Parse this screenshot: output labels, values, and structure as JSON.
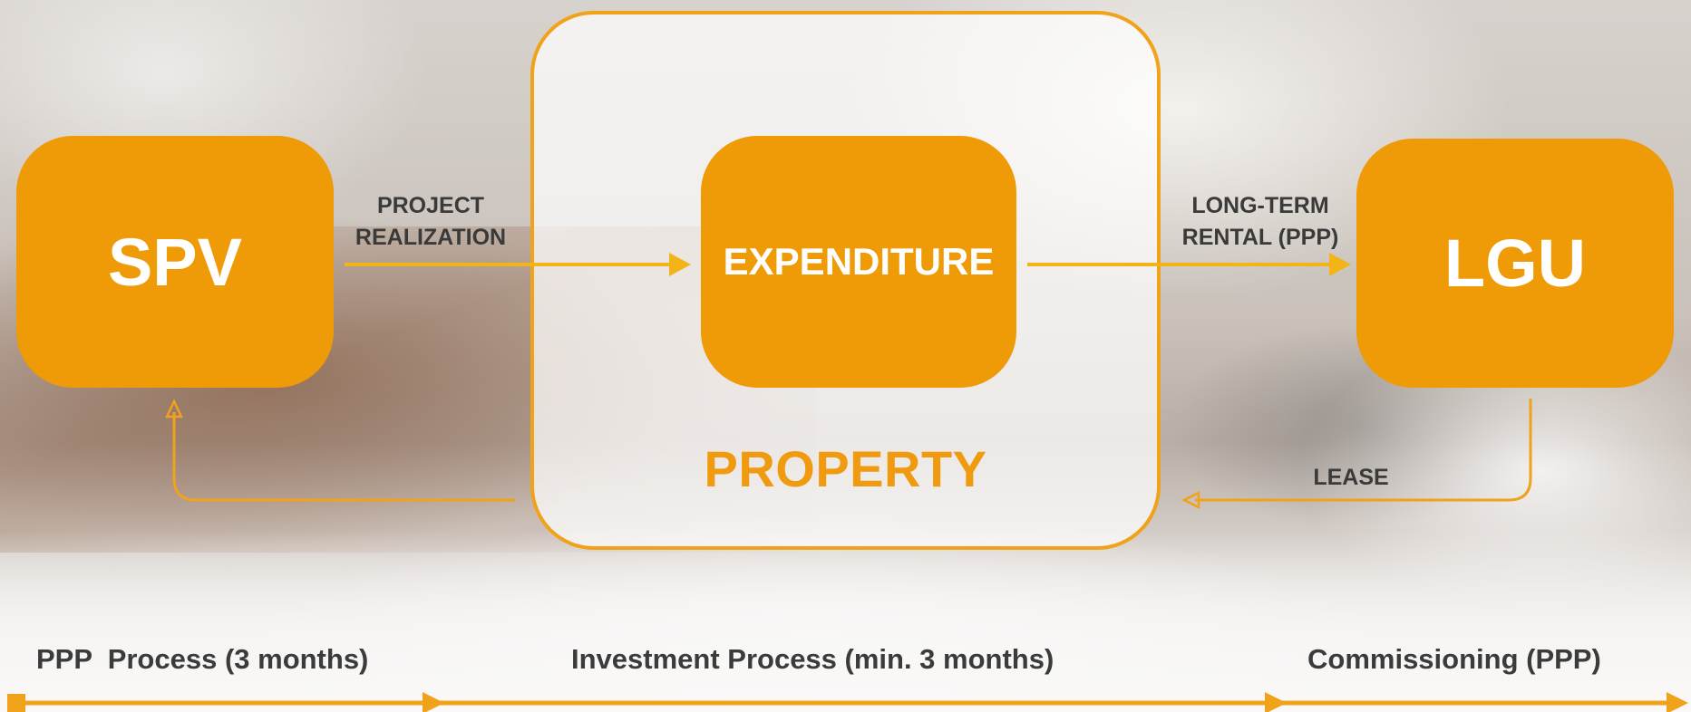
{
  "diagram": {
    "nodes": {
      "spv": "SPV",
      "expenditure": "EXPENDITURE",
      "lgu": "LGU",
      "property": "PROPERTY"
    },
    "edges": {
      "project_realization": [
        "PROJECT",
        "REALIZATION"
      ],
      "long_term_rental": [
        "LONG-TERM",
        "RENTAL (PPP)"
      ],
      "lease": "LEASE"
    },
    "timeline": [
      "PPP  Process (3 months)",
      "Investment Process (min. 3 months)",
      "Commissioning (PPP)"
    ]
  },
  "colors": {
    "accent": "#ef9a07",
    "arrow_yellow": "#f2b416",
    "text_dark": "#3a3a3a"
  }
}
